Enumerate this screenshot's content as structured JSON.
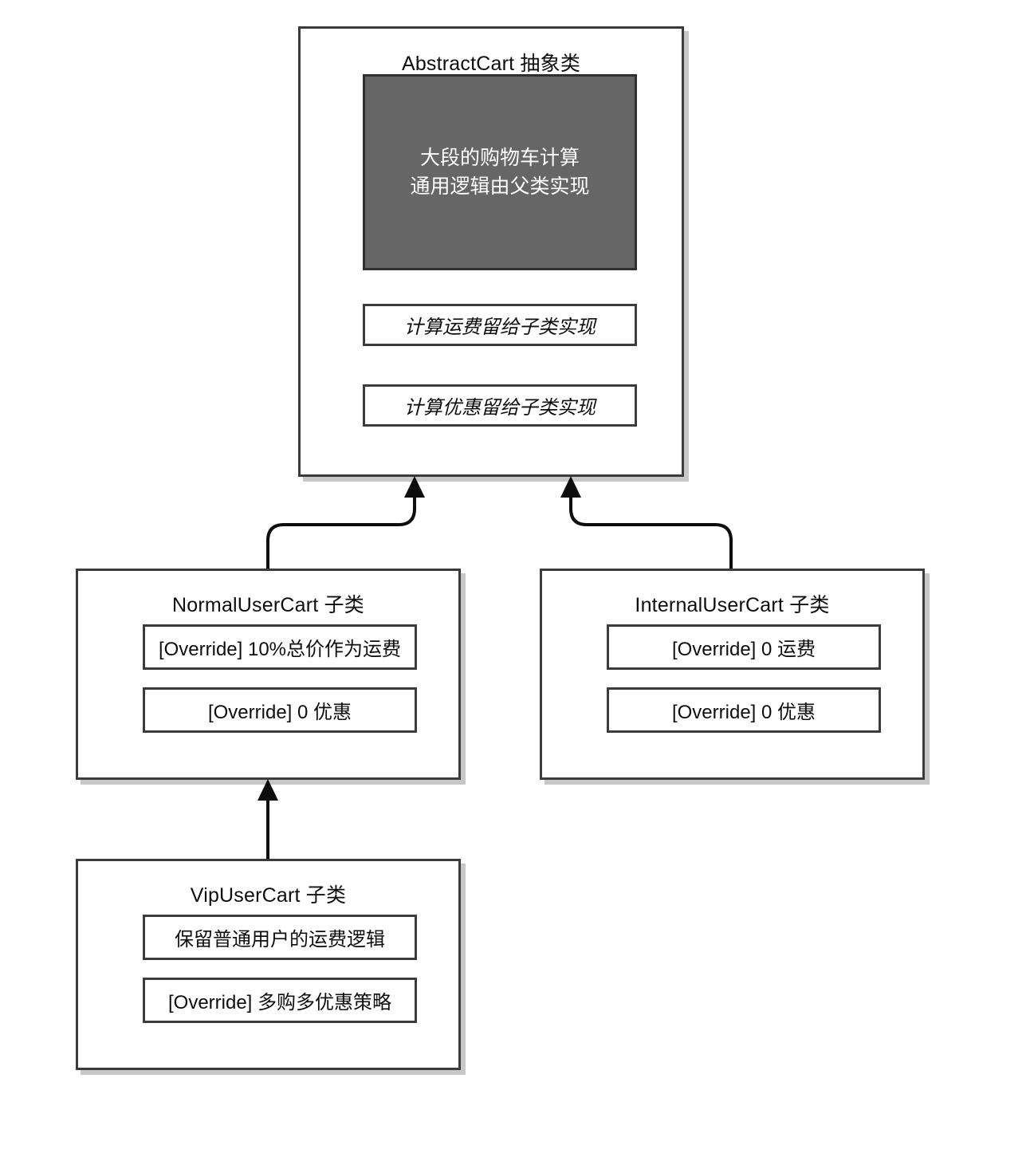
{
  "diagram": {
    "type": "uml-class-inheritance",
    "title_visible": false,
    "colors": {
      "box_border": "#3b3b3b",
      "box_fill": "#ffffff",
      "filled_member_fill": "#666666",
      "filled_member_text": "#ffffff",
      "connector": "#0d0d0d",
      "shadow": "#bdbdbd"
    }
  },
  "classes": {
    "abstract_cart": {
      "name": "AbstractCart 抽象类",
      "members": [
        {
          "id": "common-logic",
          "style": "filled",
          "line1": "大段的购物车计算",
          "line2": "通用逻辑由父类实现"
        },
        {
          "id": "abstract-shipping",
          "style": "italic",
          "text": "计算运费留给子类实现"
        },
        {
          "id": "abstract-discount",
          "style": "italic",
          "text": "计算优惠留给子类实现"
        }
      ]
    },
    "normal_user_cart": {
      "name": "NormalUserCart 子类",
      "members": [
        {
          "id": "normal-shipping",
          "text": "[Override] 10%总价作为运费"
        },
        {
          "id": "normal-discount",
          "text": "[Override] 0 优惠"
        }
      ]
    },
    "internal_user_cart": {
      "name": "InternalUserCart 子类",
      "members": [
        {
          "id": "internal-shipping",
          "text": "[Override] 0 运费"
        },
        {
          "id": "internal-discount",
          "text": "[Override] 0 优惠"
        }
      ]
    },
    "vip_user_cart": {
      "name": "VipUserCart 子类",
      "members": [
        {
          "id": "vip-shipping",
          "text": "保留普通用户的运费逻辑"
        },
        {
          "id": "vip-discount",
          "text": "[Override] 多购多优惠策略"
        }
      ]
    }
  },
  "relations": [
    {
      "id": "normal-extends-abstract",
      "from": "NormalUserCart 子类",
      "to": "AbstractCart 抽象类",
      "kind": "inheritance"
    },
    {
      "id": "internal-extends-abstract",
      "from": "InternalUserCart 子类",
      "to": "AbstractCart 抽象类",
      "kind": "inheritance"
    },
    {
      "id": "vip-extends-normal",
      "from": "VipUserCart 子类",
      "to": "NormalUserCart 子类",
      "kind": "inheritance"
    }
  ]
}
